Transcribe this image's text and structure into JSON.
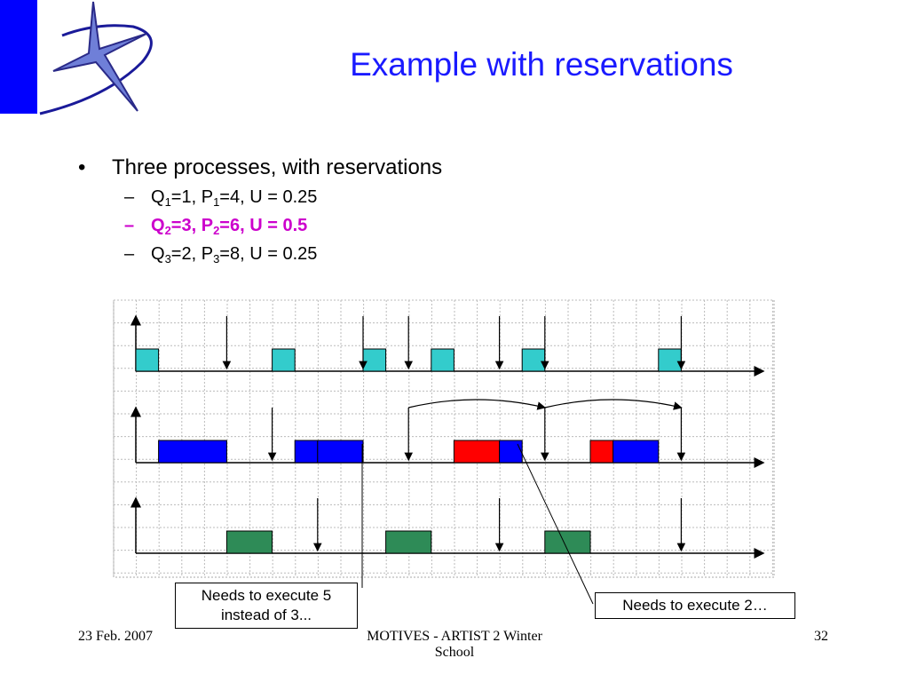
{
  "slide": {
    "title": "Example with reservations",
    "bullet_main": "Three processes, with reservations",
    "processes": [
      {
        "q": "Q",
        "q_sub": "1",
        "q_val": "=1, P",
        "p_sub": "1",
        "rest": "=4,  U = 0.25"
      },
      {
        "q": "Q",
        "q_sub": "2",
        "q_val": "=3, P",
        "p_sub": "2",
        "rest": "=6,  U = 0.5"
      },
      {
        "q": "Q",
        "q_sub": "3",
        "q_val": "=2, P",
        "p_sub": "3",
        "rest": "=8,  U = 0.25"
      }
    ],
    "highlight_color": "#cc00cc",
    "title_color": "#1a1aff",
    "callout_left_line1": "Needs to execute 5",
    "callout_left_line2": "instead of 3...",
    "callout_right": "Needs to execute 2…",
    "footer_date": "23 Feb. 2007",
    "footer_center_line1": "MOTIVES - ARTIST 2 Winter",
    "footer_center_line2": "School",
    "footer_page": "32"
  },
  "timeline": {
    "colors": {
      "teal": "#33cccc",
      "blue": "#0000ff",
      "red": "#ff0000",
      "green": "#2e8b57"
    },
    "rows": [
      {
        "name": "process-1",
        "arrivals": [
          4,
          10,
          12,
          16,
          18,
          24
        ],
        "blocks": [
          {
            "start": 0,
            "end": 1,
            "color": "teal"
          },
          {
            "start": 6,
            "end": 7,
            "color": "teal"
          },
          {
            "start": 10,
            "end": 11,
            "color": "teal"
          },
          {
            "start": 13,
            "end": 14,
            "color": "teal"
          },
          {
            "start": 17,
            "end": 18,
            "color": "teal"
          },
          {
            "start": 23,
            "end": 24,
            "color": "teal"
          }
        ]
      },
      {
        "name": "process-2",
        "arrivals": [
          6,
          12,
          18,
          24
        ],
        "deadline_shifts": [
          [
            12,
            18
          ],
          [
            18,
            24
          ]
        ],
        "blocks": [
          {
            "start": 1,
            "end": 4,
            "color": "blue"
          },
          {
            "start": 7,
            "end": 8,
            "color": "blue"
          },
          {
            "start": 8,
            "end": 10,
            "color": "blue"
          },
          {
            "start": 14,
            "end": 16,
            "color": "red"
          },
          {
            "start": 16,
            "end": 17,
            "color": "blue"
          },
          {
            "start": 20,
            "end": 21,
            "color": "red"
          },
          {
            "start": 21,
            "end": 23,
            "color": "blue"
          }
        ]
      },
      {
        "name": "process-3",
        "arrivals": [
          8,
          16,
          24
        ],
        "blocks": [
          {
            "start": 4,
            "end": 6,
            "color": "green"
          },
          {
            "start": 11,
            "end": 13,
            "color": "green"
          },
          {
            "start": 18,
            "end": 20,
            "color": "green"
          }
        ]
      }
    ]
  }
}
